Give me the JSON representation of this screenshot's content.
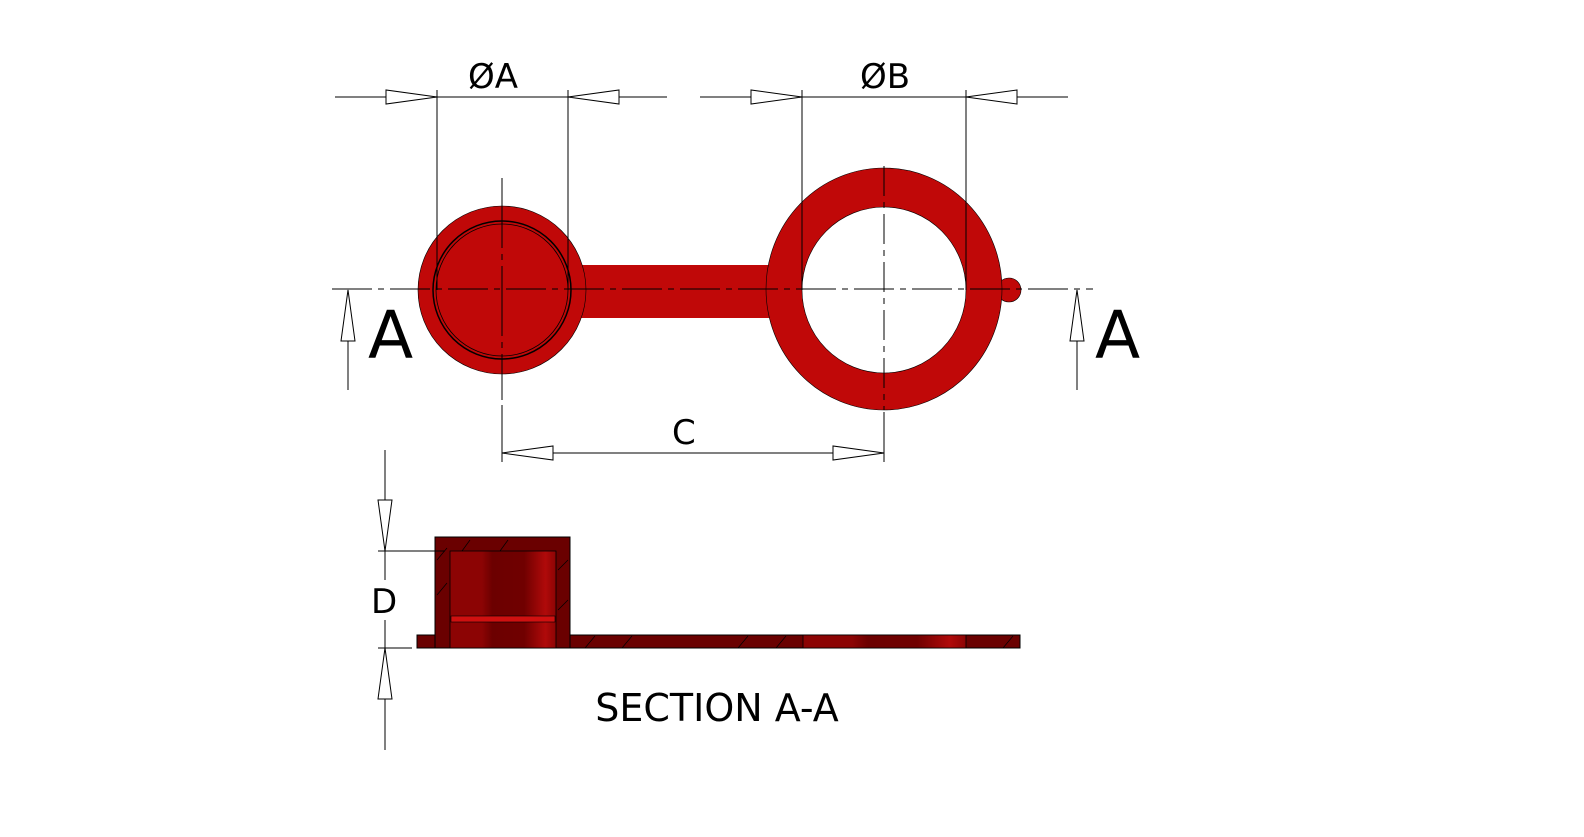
{
  "drawing": {
    "dimensions": {
      "dia_a": "ØA",
      "dia_b": "ØB",
      "c": "C",
      "d": "D"
    },
    "section_markers": {
      "left": "A",
      "right": "A"
    },
    "section_title": "SECTION A-A",
    "colors": {
      "part": "#C00808",
      "section_fill": "#6A0000",
      "bore_fill": "#8B0000",
      "line": "#000000"
    }
  }
}
